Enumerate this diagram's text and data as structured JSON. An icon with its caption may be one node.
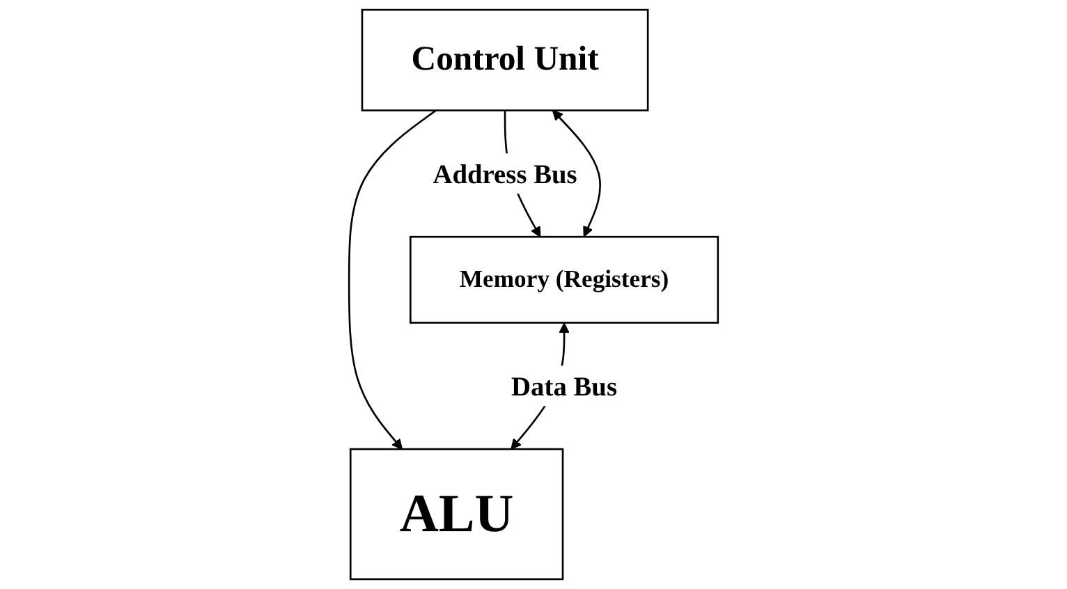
{
  "diagram": {
    "nodes": [
      {
        "text": [
          "Control Unit"
        ]
      },
      {
        "text": [
          "Memory (Registers)"
        ]
      },
      {
        "text": [
          "ALU"
        ]
      }
    ],
    "edges": [
      {
        "from": 0,
        "to": 1,
        "arrow": "to",
        "label": "Address Bus"
      },
      {
        "from": 0,
        "to": 2,
        "arrow": "to"
      },
      {
        "from": 1,
        "to": 2,
        "arrow": "both",
        "label": "Data Bus"
      },
      {
        "from": 1,
        "to": 0,
        "arrow": "both"
      }
    ]
  }
}
